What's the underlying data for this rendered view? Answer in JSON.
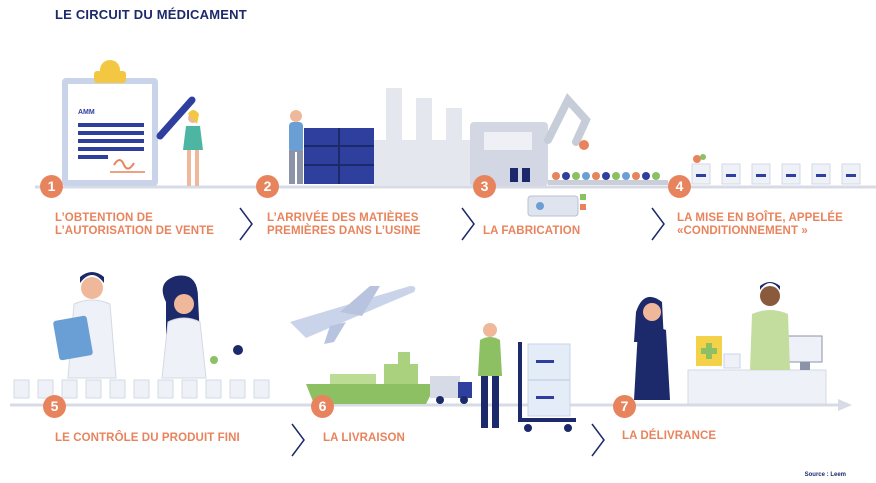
{
  "title": "LE CIRCUIT DU MÉDICAMENT",
  "document": {
    "amm_label": "AMM"
  },
  "steps": [
    {
      "number": "1",
      "label": "L’OBTENTION DE\nL’AUTORISATION DE VENTE"
    },
    {
      "number": "2",
      "label": "L’ARRIVÉE DES MATIÈRES\nPREMIÈRES DANS L’USINE"
    },
    {
      "number": "3",
      "label": "LA FABRICATION"
    },
    {
      "number": "4",
      "label": "LA MISE EN BOÎTE, APPELÉE\n«CONDITIONNEMENT »"
    },
    {
      "number": "5",
      "label": "LE CONTRÔLE DU PRODUIT FINI"
    },
    {
      "number": "6",
      "label": "LA LIVRAISON"
    },
    {
      "number": "7",
      "label": "LA DÉLIVRANCE"
    }
  ],
  "source": "Source : Leem",
  "colors": {
    "accent": "#e8845d",
    "navy": "#1c2a6b",
    "blue": "#2f3f9e",
    "gray": "#e4e7ee",
    "green": "#8cc063"
  }
}
